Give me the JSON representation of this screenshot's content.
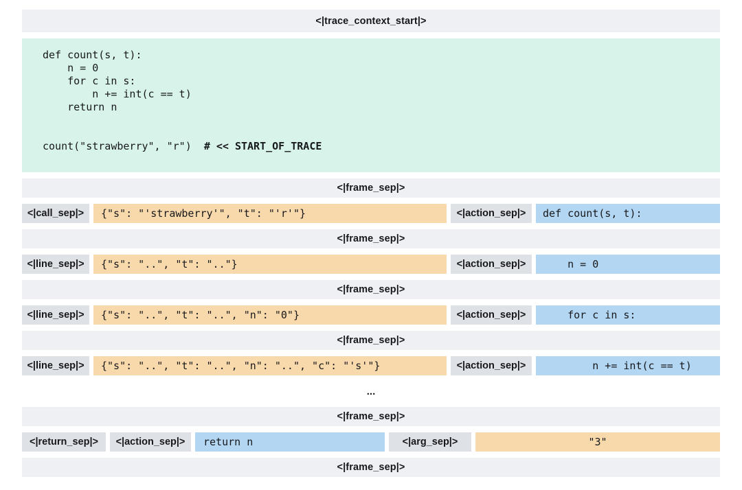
{
  "tokens": {
    "trace_context_start": "<|trace_context_start|>",
    "frame_sep": "<|frame_sep|>",
    "call_sep": "<|call_sep|>",
    "line_sep": "<|line_sep|>",
    "action_sep": "<|action_sep|>",
    "return_sep": "<|return_sep|>",
    "arg_sep": "<|arg_sep|>"
  },
  "code": {
    "line1": "def count(s, t):",
    "line2": "    n = 0",
    "line3": "    for c in s:",
    "line4": "        n += int(c == t)",
    "line5": "    return n",
    "call_line": "count(\"strawberry\", \"r\")  ",
    "trace_comment": "# << START_OF_TRACE"
  },
  "frames": [
    {
      "sep_label": "<|call_sep|>",
      "state": "{\"s\": \"'strawberry'\", \"t\": \"'r'\"}",
      "action_label": "<|action_sep|>",
      "action": "def count(s, t):"
    },
    {
      "sep_label": "<|line_sep|>",
      "state": "{\"s\": \"..\", \"t\": \"..\"}",
      "action_label": "<|action_sep|>",
      "action": "    n = 0"
    },
    {
      "sep_label": "<|line_sep|>",
      "state": "{\"s\": \"..\", \"t\": \"..\", \"n\": \"0\"}",
      "action_label": "<|action_sep|>",
      "action": "    for c in s:"
    },
    {
      "sep_label": "<|line_sep|>",
      "state": "{\"s\": \"..\", \"t\": \"..\", \"n\": \"..\", \"c\": \"'s'\"}",
      "action_label": "<|action_sep|>",
      "action": "        n += int(c == t)"
    }
  ],
  "ellipsis": "...",
  "return_frame": {
    "return_label": "<|return_sep|>",
    "action_label": "<|action_sep|>",
    "action": "return n",
    "arg_label": "<|arg_sep|>",
    "value": "\"3\""
  },
  "colors": {
    "code_bg": "#d7f3ea",
    "state_bg": "#f8d9ab",
    "action_bg": "#b3d6f2",
    "sep_bar_bg": "#eef0f3",
    "token_box_bg": "#dee1e6"
  }
}
